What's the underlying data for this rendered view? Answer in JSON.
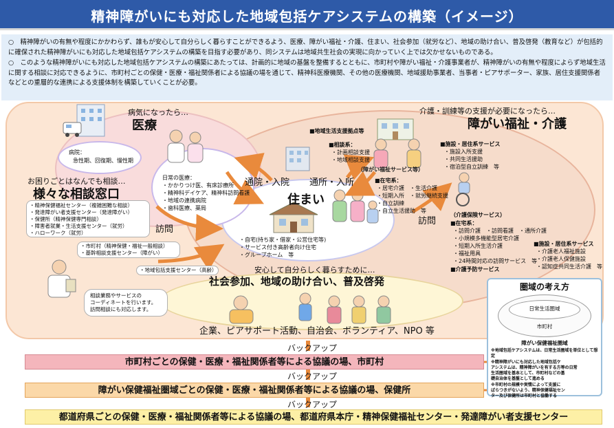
{
  "title": "精神障がいにも対応した地域包括ケアシステムの構築（イメージ）",
  "intro": {
    "p1": "○　精神障がいの有無や程度にかかわらず、誰もが安心して自分らしく暮らすことができるよう、医療、障がい福祉・介護、住まい、社会参加（就労など）、地域の助け合い、普及啓発（教育など）が包括的に確保された精神障がいにも対応した地域包括ケアシステムの構築を目指す必要があり、同システムは地域共生社会の実現に向かっていく上では欠かせないものである。",
    "p2": "○　このような精神障がいにも対応した地域包括ケアシステムの構築にあたっては、計画的に地域の基盤を整備するとともに、市町村や障がい福祉・介護事業者が、精神障がいの有無や程度によらず地域生活に関する相談に対応できるように、市町村ごとの保健・医療・福祉関係者による協議の場を通じて、精神科医療機関、その他の医療機関、地域援助事業者、当事者・ピアサポーター、家族、居住支援関係者などとの重層的な連携による支援体制を構築していくことが必要。"
  },
  "medical": {
    "when": "病気になったら…",
    "title": "医療",
    "hospital_label": "病院：",
    "hospital_types": "急性期、回復期、慢性期",
    "daily_label": "日常の医療：",
    "daily_items": [
      "・かかりつけ医、有床診療所",
      "・精神科デイケア、精神科訪問看護",
      "・地域の連携病院",
      "・歯科医療、薬局"
    ]
  },
  "welfare": {
    "when": "介護・訓練等の支援が必要になったら…",
    "title": "障がい福祉・介護",
    "base": "■地域生活支援拠点等",
    "consult_head": "■相談系：",
    "consult_items": [
      "・計画相談支援",
      "・地域相談支援"
    ],
    "service_badge": "（障がい福祉サービス等）",
    "facility_head": "■施設・居住系サービス",
    "facility_items": [
      "・施設入所支援",
      "・共同生活援助",
      "・宿泊型自立訓練　等"
    ],
    "home_head": "■在宅系：",
    "home_items": [
      "・居宅介護　・生活介護",
      "・短期入所　・就労継続支援",
      "・自立訓練",
      "・自立生活援助　等"
    ],
    "kaigo_head": "（介護保険サービス）",
    "kaigo_home_head": "■在宅系：",
    "kaigo_home_items": [
      "・訪問介護　・訪問看護　・通所介護",
      "・小規模多機能型居宅介護",
      "・短期入所生活介護",
      "・福祉用具",
      "・24時間対応の訪問サービス　等"
    ],
    "kaigo_prevent": "■介護予防サービス",
    "kaigo_facility_head": "■施設・居住系サービス",
    "kaigo_facility_items": [
      "・介護老人福祉施設",
      "・介護老人保健施設",
      "・認知症共同生活介護　等"
    ]
  },
  "consult": {
    "when": "お困りごとはなんでも相談…",
    "title": "様々な相談窓口",
    "items_top": [
      "・精神保健福祉センター（複雑困難な相談）",
      "・発達障がい者支援センター（発達障がい）",
      "・保健所（精神保健専門相談）",
      "・障害者就業・生活支援センター（就労）",
      "・ハローワーク（就労）"
    ],
    "items_mid": [
      "・市町村（精神保健・福祉一般相談）",
      "・基幹相談支援センター（障がい）"
    ],
    "community_center": "・地域包括支援センター（高齢）",
    "bubble": [
      "相談業務やサービスの",
      "コーディネートを行います。",
      "訪問相談にも対応します。"
    ]
  },
  "flow": {
    "tsuin": "通院・入院",
    "tsusho": "通所・入所",
    "homon_left": "訪問",
    "homon_right": "訪問"
  },
  "sumai": {
    "title": "住まい",
    "items": [
      "・自宅(持ち家・借家・公営住宅等)",
      "・サービス付き高齢者向け住宅",
      "・グループホーム　等"
    ]
  },
  "social": {
    "sub": "安心して自分らしく暮らすために…",
    "title": "社会参加、地域の助け合い、普及啓発",
    "groups": "企業、ピアサポート活動、自治会、ボランティア、NPO 等"
  },
  "backup_label": "バックアップ",
  "bands": {
    "city": "市町村ごとの保健・医療・福祉関係者等による協議の場、市町村",
    "region": "障がい保健福祉圏域ごとの保健・医療・福祉関係者等による協議の場、保健所",
    "pref": "都道府県ごとの保健・医療・福祉関係者等による協議の場、都道府県本庁・精神保健福祉センター・発達障がい者支援センター"
  },
  "area": {
    "title": "圏域の考え方",
    "daily": "日常生活圏域",
    "city": "市町村",
    "region": "障がい保健福祉圏域",
    "notes": [
      "※地域包括ケアシステムは、日常生活圏域を単位として想定",
      "※精神障がいにも対応した地域包括ケ",
      "アシステムは、精神障がいを有する方等の日常",
      "生活圏域を基本として、市町村などの基",
      "礎自治体を基盤として進める",
      "※市町村の規模や実情によって支援に",
      "ばらつきがないよう、精神保健福祉セン",
      "ター及び保健所は市町村と協働する"
    ]
  },
  "colors": {
    "title_bg": "#2e5aa8",
    "intro_bg": "#e3eef9",
    "main_bg": "#fce6d4",
    "arrow": "#e98a3c",
    "band_city": "#f4b6bc",
    "band_region": "#fbd8a8",
    "band_pref": "#fdf0a6"
  }
}
